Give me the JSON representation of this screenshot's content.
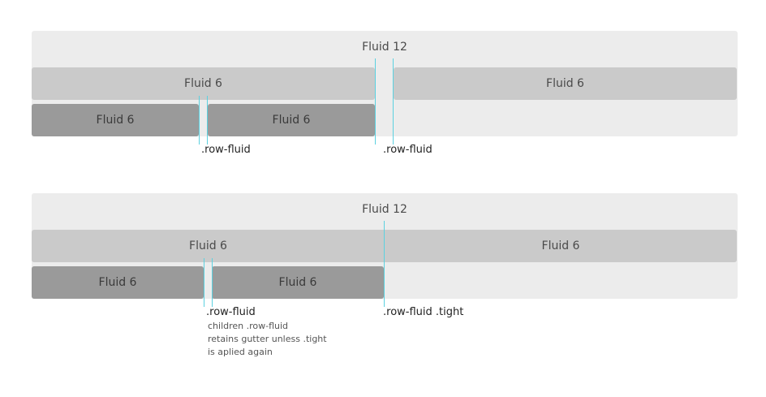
{
  "diagram_top": {
    "outer_label": "Fluid 12",
    "left_label": "Fluid 6",
    "right_label": "Fluid 6",
    "child_left_label": "Fluid 6",
    "child_right_label": "Fluid 6",
    "annotation_inner": ".row-fluid",
    "annotation_outer": ".row-fluid"
  },
  "diagram_bottom": {
    "outer_label": "Fluid 12",
    "left_label": "Fluid 6",
    "right_label": "Fluid 6",
    "child_left_label": "Fluid 6",
    "child_right_label": "Fluid 6",
    "annotation_inner": ".row-fluid",
    "annotation_outer": ".row-fluid .tight",
    "note_lines": [
      "children .row-fluid",
      "retains gutter unless .tight",
      "is aplied again"
    ]
  },
  "colors": {
    "level1_bg": "#ececec",
    "level2_bg": "#cacaca",
    "level3_bg": "#9a9a9a",
    "guide_line": "#5cd1e0"
  }
}
